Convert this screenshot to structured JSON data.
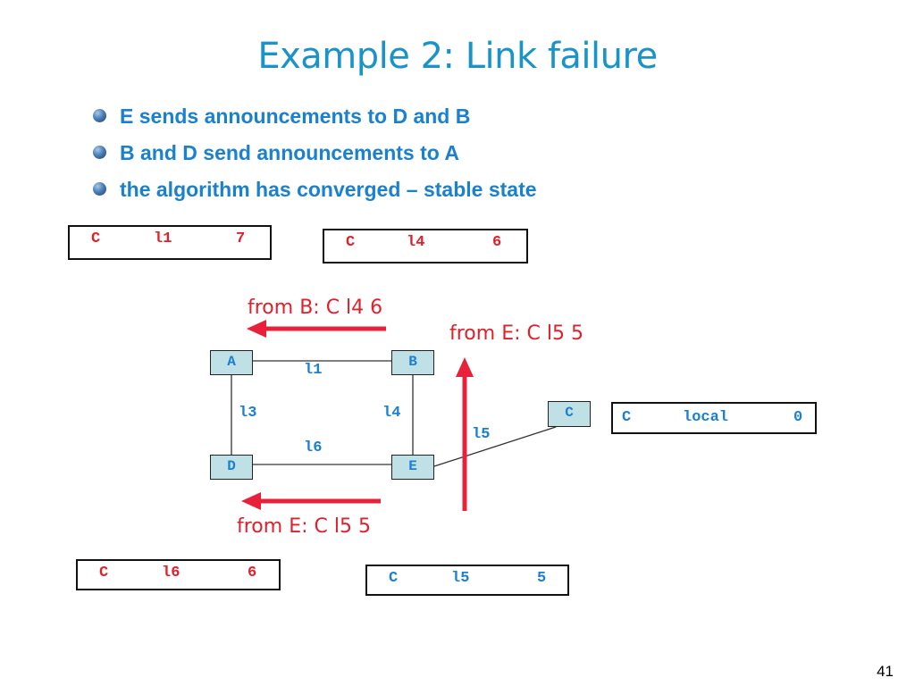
{
  "title": "Example 2: Link failure",
  "bullets": [
    "E sends announcements to D and B",
    "B and D send announcements to A",
    "the algorithm has converged – stable state"
  ],
  "nodes": {
    "A": "A",
    "B": "B",
    "C": "C",
    "D": "D",
    "E": "E"
  },
  "link_labels": {
    "AB": "l1",
    "AD": "l3",
    "BE": "l4",
    "DE": "l6",
    "EC": "l5"
  },
  "tables": {
    "A": {
      "dest": "C",
      "link": "l1",
      "cost": "7"
    },
    "B": {
      "dest": "C",
      "link": "l4",
      "cost": "6"
    },
    "C": {
      "dest": "C",
      "link": "local",
      "cost": "0"
    },
    "D": {
      "dest": "C",
      "link": "l6",
      "cost": "6"
    },
    "E": {
      "dest": "C",
      "link": "l5",
      "cost": "5"
    }
  },
  "annotations": {
    "from_b": "from B: C l4 6",
    "from_e_to_b": "from E: C l5 5",
    "from_e_to_d": "from E: C l5 5"
  },
  "colors": {
    "title": "#1a93c8",
    "bullet_text": "#1a80d0",
    "arrow": "#e8203a",
    "node_fill": "#bfe1e6"
  },
  "page_number": "41"
}
